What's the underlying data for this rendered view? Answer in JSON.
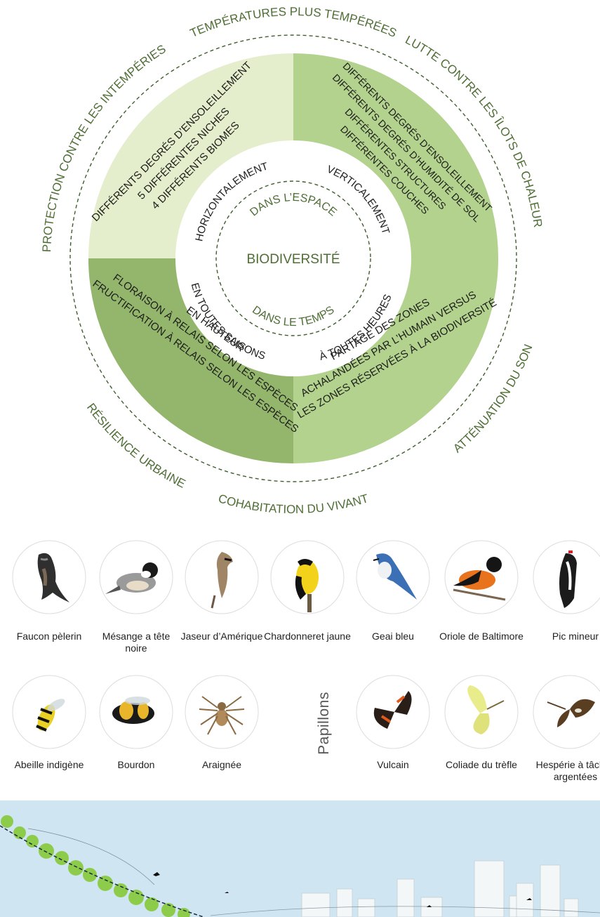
{
  "diagram": {
    "center": "BIODIVERSITÉ",
    "inner_arcs": {
      "top": "DANS L’ESPACE",
      "bottom": "DANS LE TEMPS"
    },
    "ring_labels": {
      "top_left": "HORIZONTALEMENT",
      "top_right": "VERTICALEMENT",
      "bottom_left": "EN TOUTES SAISONS",
      "bottom_right": "À TOUTES HEURES"
    },
    "quadrants": {
      "top_left": [
        "DIFFÉRENTS DEGRÉS D’ENSOLEILLEMENT",
        "5 DIFFÉRENTES NICHES",
        "4 DIFFÉRENTS BIOMES"
      ],
      "top_right": [
        "DIFFÉRENTS DEGRÉS D’ENSOLEILLEMENT",
        "DIFFÉRENTS DEGRÉS D’HUMIDITÉ DE SOL",
        "DIFFÉRENTES STRUCTURES",
        "DIFFÉRENTES COUCHES"
      ],
      "bottom_left": [
        "EN HAUTEUR",
        "FLORAISON À RELAIS SELON LES ESPÈCES",
        "FRUCTIFICATION À RELAIS SELON LES ESPÈCES"
      ],
      "bottom_right": [
        "PARTAGE DES ZONES",
        "ACHALANDÉES PAR L’HUMAIN VERSUS",
        "LES ZONES RÉSERVÉES À LA BIODIVERSITÉ"
      ]
    },
    "outer_labels": {
      "top": "TEMPÉRATURES PLUS TEMPÉRÉES",
      "top_right": "LUTTE CONTRE LES ÎLOTS DE CHALEUR",
      "right_bottom": "ATTÉNUATION DU SON",
      "bottom": "COHABITATION DU VIVANT",
      "bottom_left": "RÉSILIENCE URBAINE",
      "left": "PROTECTION CONTRE LES INTEMPÉRIES"
    },
    "colors": {
      "q_top_left": "#e4eecd",
      "q_top_right": "#b2d28e",
      "q_bottom_right": "#b2d28e",
      "q_bottom_left": "#93b66c",
      "text_green": "#4f6e34",
      "text_dark": "#1d1d1b"
    }
  },
  "species_birds": [
    {
      "name": "Faucon pèlerin",
      "icon": "falcon-icon"
    },
    {
      "name": "Mésange a tête noire",
      "icon": "chickadee-icon"
    },
    {
      "name": "Jaseur d’Amérique",
      "icon": "waxwing-icon"
    },
    {
      "name": "Chardonneret jaune",
      "icon": "goldfinch-icon"
    },
    {
      "name": "Geai bleu",
      "icon": "blue-jay-icon"
    },
    {
      "name": "Oriole de Baltimore",
      "icon": "oriole-icon"
    },
    {
      "name": "Pic mineur",
      "icon": "woodpecker-icon"
    }
  ],
  "species_insects": [
    {
      "name": "Abeille indigène",
      "icon": "bee-icon"
    },
    {
      "name": "Bourdon",
      "icon": "bumblebee-icon"
    },
    {
      "name": "Araignée",
      "icon": "spider-icon"
    }
  ],
  "papillons_label": "Papillons",
  "species_butterflies": [
    {
      "name": "Vulcain",
      "icon": "red-admiral-icon"
    },
    {
      "name": "Coliade du trèfle",
      "icon": "sulphur-butterfly-icon"
    },
    {
      "name": "Hespérie à tâches argentées",
      "icon": "skipper-icon"
    }
  ]
}
